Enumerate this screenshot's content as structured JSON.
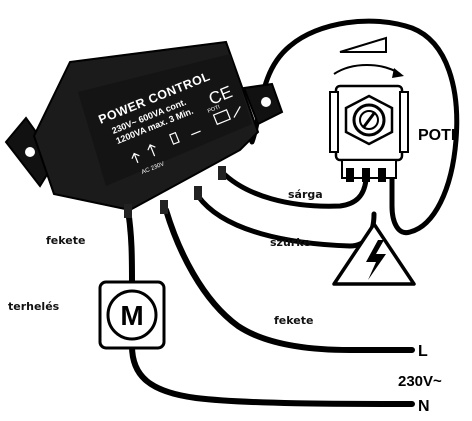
{
  "module": {
    "title": "POWER CONTROL",
    "spec_line1": "230V~ 600VA cont.",
    "spec_line2": "1200VA max. 3 Min.",
    "ce_mark": "CE",
    "ac_label": "AC 230V",
    "poti_label": "POTI"
  },
  "potentiometer": {
    "label": "POTI"
  },
  "wires": {
    "yellow": "sárga",
    "grey": "szürke",
    "black_top": "fekete",
    "black_right": "fekete"
  },
  "load": {
    "label": "terhelés",
    "motor_symbol": "M"
  },
  "mains": {
    "line": "L",
    "voltage": "230V~",
    "neutral": "N"
  },
  "icons": [
    "high-voltage-warning-icon",
    "triangle-ramp-icon",
    "rotation-arrow-icon"
  ]
}
